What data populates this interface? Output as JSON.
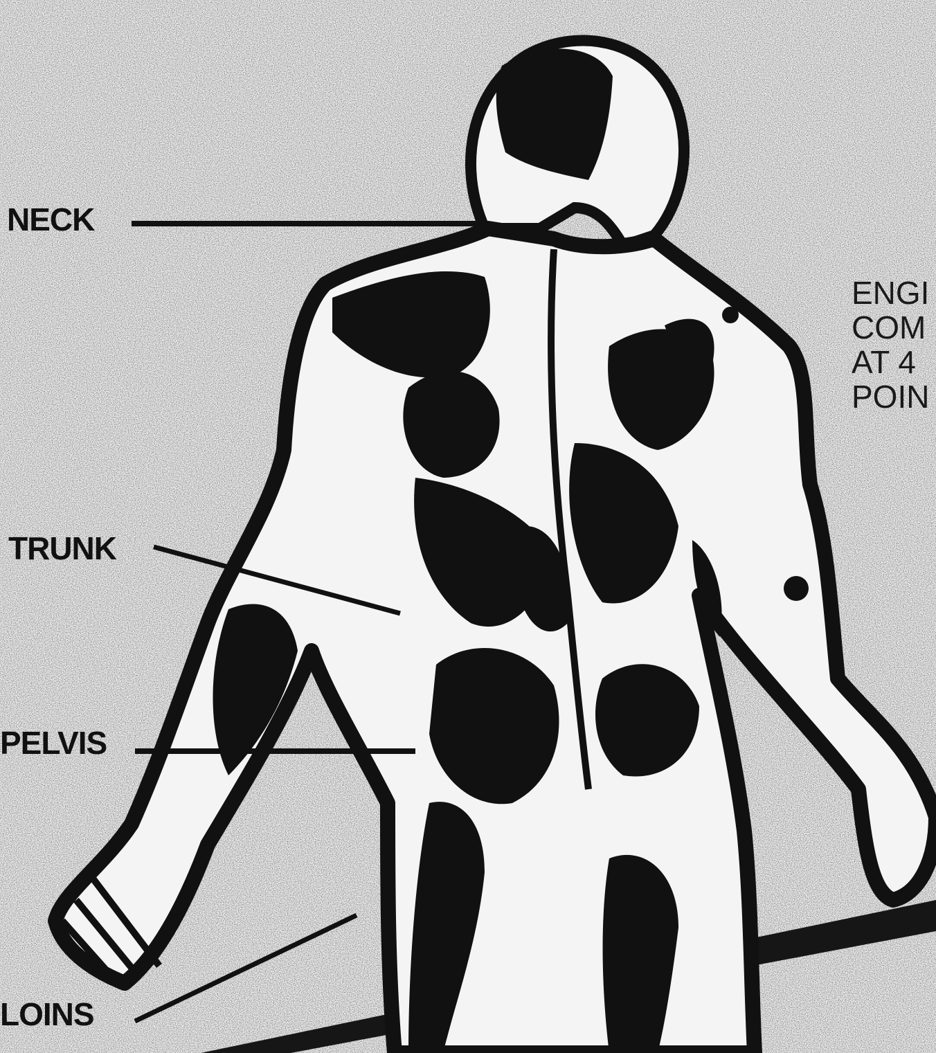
{
  "labels": {
    "neck": "NECK",
    "trunk": "TRUNK",
    "pelvis": "PELVIS",
    "loins": "LOINS"
  },
  "side_note": {
    "lines": [
      "ENGI",
      "COM",
      "AT 4",
      "POIN"
    ]
  },
  "colors": {
    "ink": "#111111",
    "paper": "#efefef"
  }
}
